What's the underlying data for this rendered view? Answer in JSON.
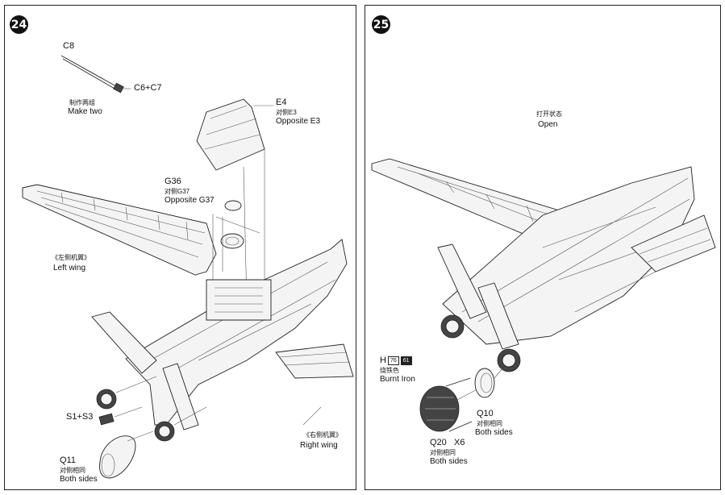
{
  "steps": [
    {
      "number": "24",
      "parts": {
        "c8": "C8",
        "c6c7": "C6+C7",
        "e4": "E4",
        "e3_cn": "对侧E3",
        "e3": "Opposite E3",
        "g36": "G36",
        "g37_cn": "对侧G37",
        "g37": "Opposite G37",
        "s1s3": "S1+S3",
        "q11": "Q11",
        "q11_cn": "对侧相同",
        "q11_note": "Both sides"
      },
      "notes": {
        "make_two_cn": "制作两组",
        "make_two": "Make two",
        "left_wing_cn": "《左侧机翼》",
        "left_wing": "Left wing",
        "right_wing_cn": "《右侧机翼》",
        "right_wing": "Right wing"
      }
    },
    {
      "number": "25",
      "parts": {
        "h": "H",
        "paint_code_1": "76",
        "paint_code_2": "61",
        "burnt_iron_cn": "烧铁色",
        "burnt_iron": "Burnt Iron",
        "q20": "Q20",
        "x6": "X6",
        "q20_cn": "对侧相同",
        "q20_note": "Both sides",
        "q10": "Q10",
        "q10_cn": "对侧相同",
        "q10_note": "Both sides"
      },
      "notes": {
        "open_cn": "打开状态",
        "open": "Open"
      }
    }
  ]
}
